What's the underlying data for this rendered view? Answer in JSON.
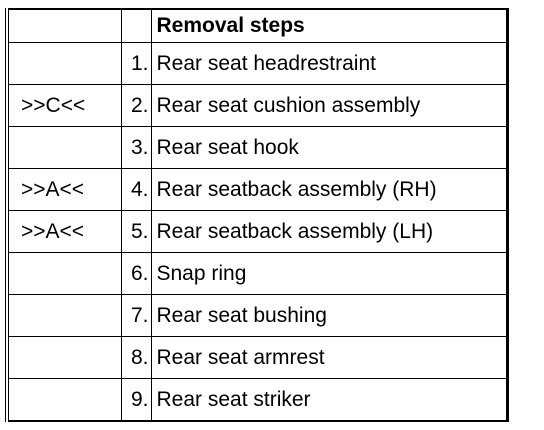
{
  "table": {
    "header": {
      "ref": "",
      "num": "",
      "title": "Removal steps"
    },
    "rows": [
      {
        "ref": "",
        "num": "1.",
        "name": "Rear seat headrestraint"
      },
      {
        "ref": ">>C<<",
        "num": "2.",
        "name": "Rear seat cushion assembly"
      },
      {
        "ref": "",
        "num": "3.",
        "name": "Rear seat hook"
      },
      {
        "ref": ">>A<<",
        "num": "4.",
        "name": "Rear seatback assembly (RH)"
      },
      {
        "ref": ">>A<<",
        "num": "5.",
        "name": "Rear seatback assembly (LH)"
      },
      {
        "ref": "",
        "num": "6.",
        "name": "Snap ring"
      },
      {
        "ref": "",
        "num": "7.",
        "name": "Rear seat bushing"
      },
      {
        "ref": "",
        "num": "8.",
        "name": "Rear seat armrest"
      },
      {
        "ref": "",
        "num": "9.",
        "name": "Rear seat striker"
      }
    ]
  }
}
